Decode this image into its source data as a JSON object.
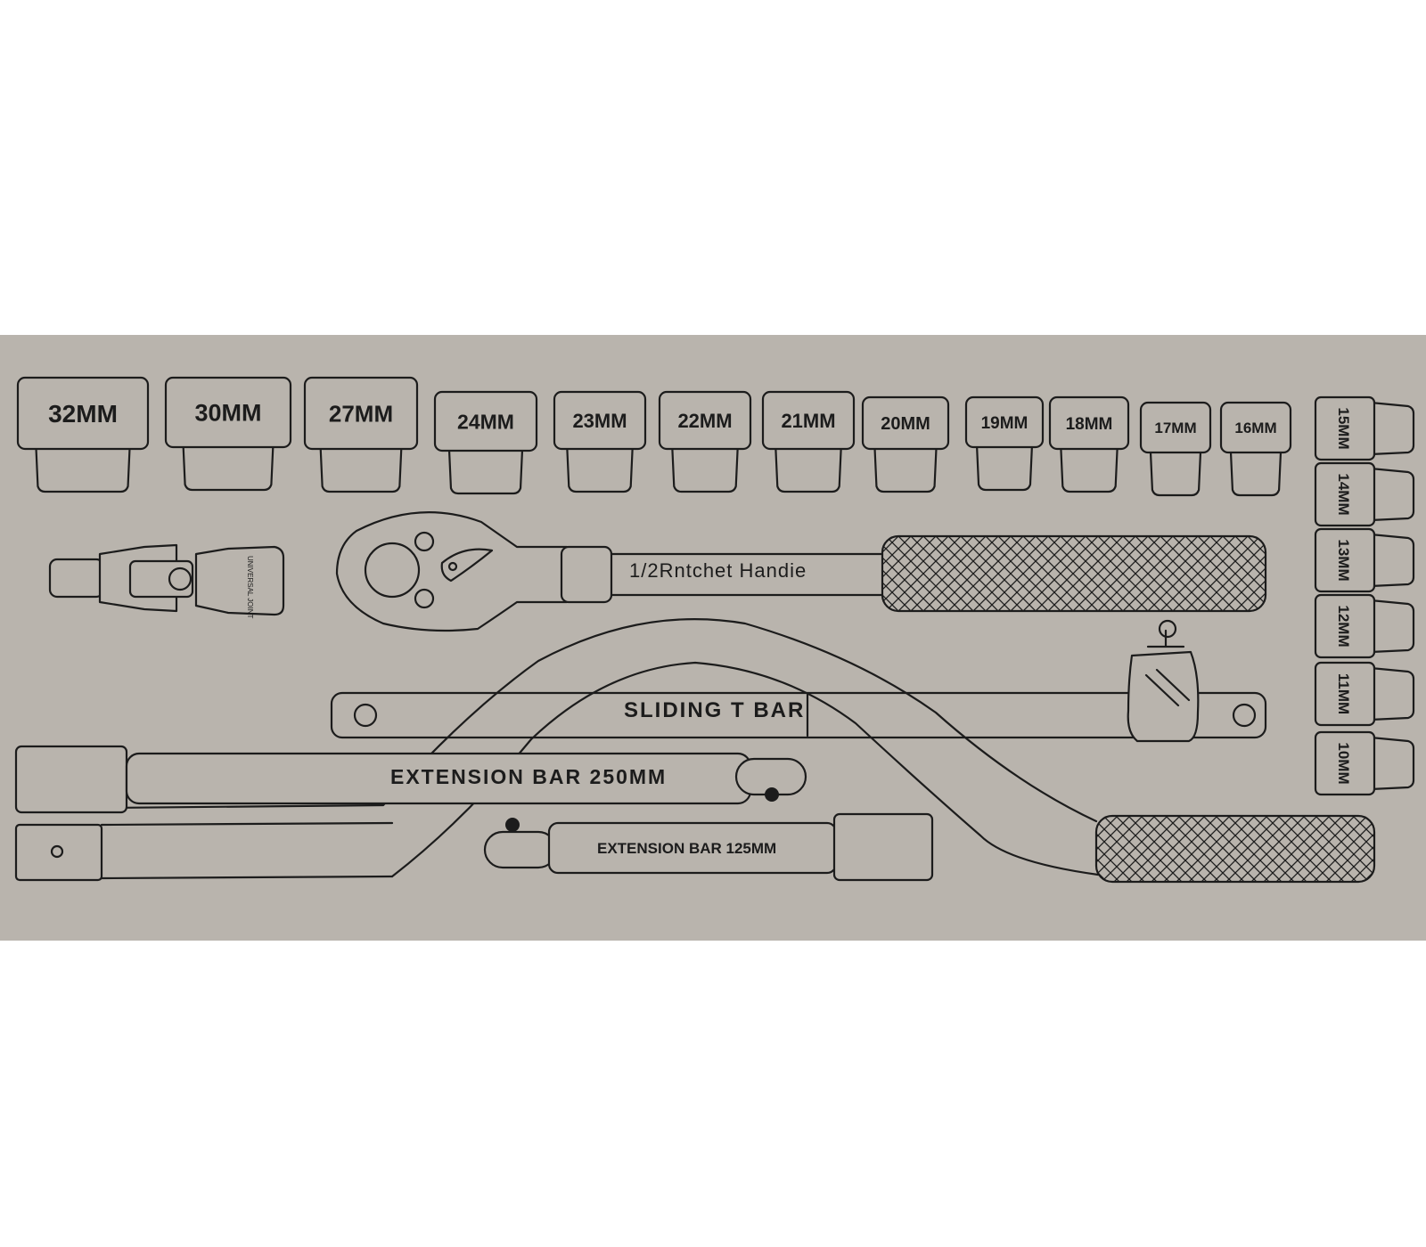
{
  "sockets_top": [
    "32MM",
    "30MM",
    "27MM",
    "24MM",
    "23MM",
    "22MM",
    "21MM",
    "20MM",
    "19MM",
    "18MM",
    "17MM",
    "16MM"
  ],
  "sockets_side": [
    "15MM",
    "14MM",
    "13MM",
    "12MM",
    "11MM",
    "10MM"
  ],
  "universal_joint": "UNIVERSAL JOINT",
  "ratchet_handle": "1/2Rntchet Handie",
  "sliding_t_bar": "SLIDING T BAR",
  "extension_250": "EXTENSION BAR 250MM",
  "extension_125": "EXTENSION BAR 125MM",
  "colors": {
    "board": "#b9b4ad",
    "line": "#1c1c1c",
    "background": "#ffffff"
  }
}
